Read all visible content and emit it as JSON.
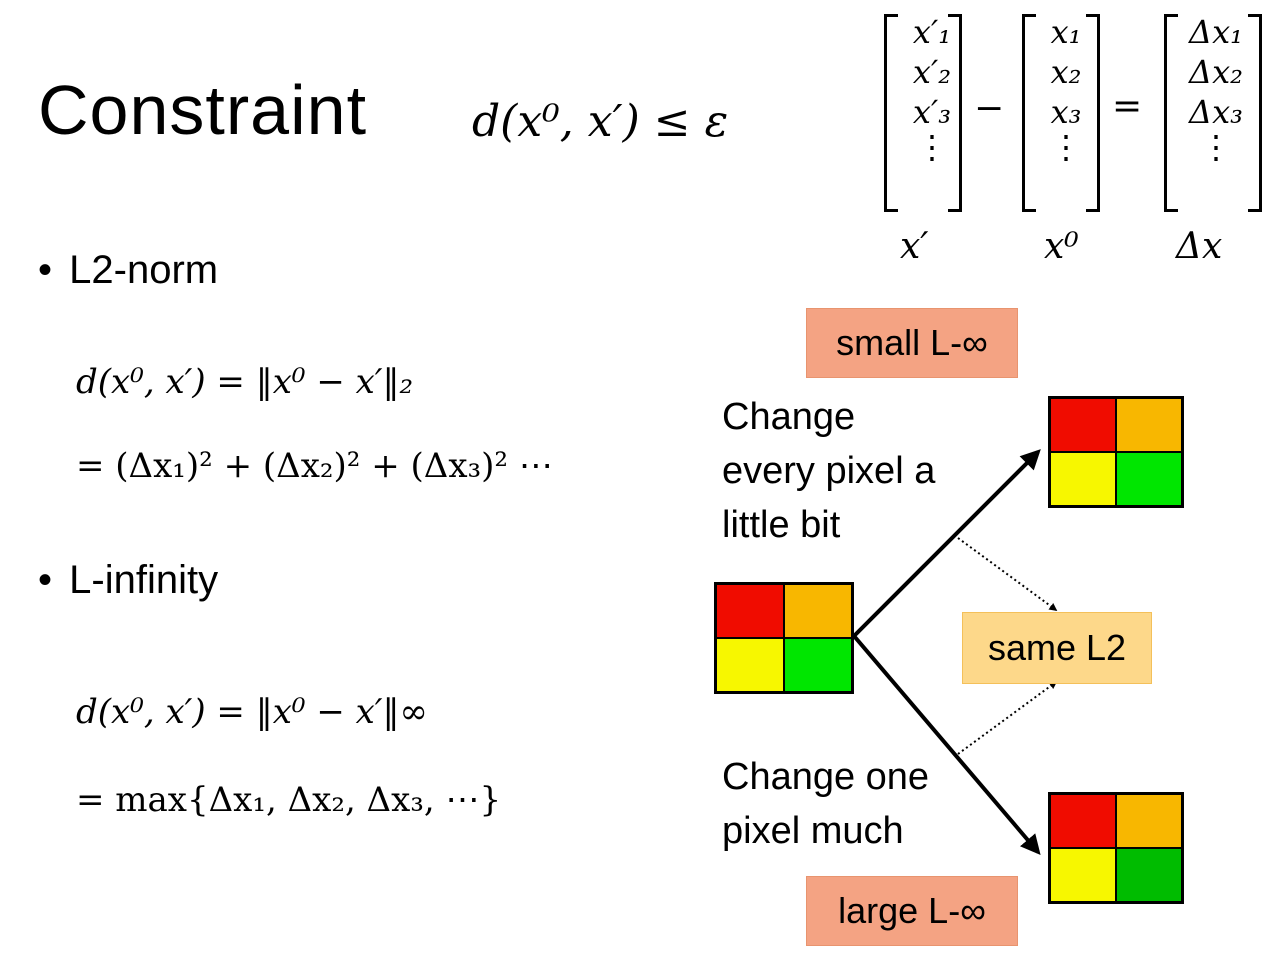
{
  "title": "Constraint",
  "constraint_formula": "d(x⁰, x′) ≤ ε",
  "matrix": {
    "x_prime": [
      "x′₁",
      "x′₂",
      "x′₃",
      "⋮"
    ],
    "x_zero": [
      "x₁",
      "x₂",
      "x₃",
      "⋮"
    ],
    "delta": [
      "Δx₁",
      "Δx₂",
      "Δx₃",
      "⋮"
    ],
    "minus": "−",
    "equals": "=",
    "label_x_prime": "x′",
    "label_x_zero": "x⁰",
    "label_delta": "Δx"
  },
  "l2": {
    "bullet": "L2-norm",
    "formula_line1": "d(x⁰, x′) = ‖x⁰ − x′‖₂",
    "formula_line2": "= (Δx₁)² + (Δx₂)² + (Δx₃)² ⋯"
  },
  "linf": {
    "bullet": "L-infinity",
    "formula_line1": "d(x⁰, x′) = ‖x⁰ − x′‖∞",
    "formula_line2": "= max{Δx₁, Δx₂, Δx₃, ⋯}"
  },
  "diagram": {
    "small_linf": "small L-∞",
    "large_linf": "large L-∞",
    "same_l2": "same L2",
    "change_every_line1": "Change",
    "change_every_line2": "every pixel a",
    "change_every_line3": "little bit",
    "change_one_line1": "Change one",
    "change_one_line2": "pixel much",
    "colors": {
      "red": "#f00c00",
      "orange": "#f8b700",
      "yellow": "#f7f700",
      "green_bright": "#00e600",
      "green_dark": "#00bc00",
      "box_salmon": "#f4a383",
      "box_peach": "#fdd88a"
    }
  }
}
